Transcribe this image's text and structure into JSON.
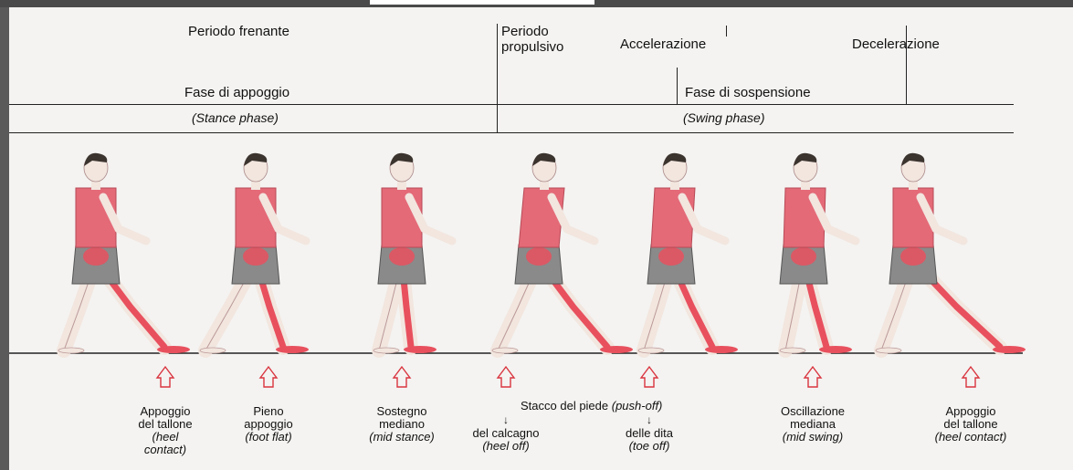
{
  "header": {
    "periodo_frenante": "Periodo frenante",
    "periodo_propulsivo": "Periodo\npropulsivo",
    "accelerazione": "Accelerazione",
    "decelerazione": "Decelerazione",
    "fase_appoggio": "Fase di appoggio",
    "fase_sospensione": "Fase di sospensione",
    "stance_phase": "(Stance phase)",
    "swing_phase": "(Swing phase)"
  },
  "labels": {
    "appoggio_tallone": "Appoggio\ndel tallone",
    "appoggio_tallone_en": "(heel\ncontact)",
    "pieno_appoggio": "Pieno\nappoggio",
    "pieno_appoggio_en": "(foot flat)",
    "sostegno_mediano": "Sostegno\nmediano",
    "sostegno_mediano_en": "(mid stance)",
    "stacco_piede": "Stacco del piede",
    "stacco_piede_en": "(push-off)",
    "del_calcagno": "del calcagno",
    "del_calcagno_en": "(heel off)",
    "delle_dita": "delle dita",
    "delle_dita_en": "(toe off)",
    "oscillazione_mediana": "Oscillazione\nmediana",
    "oscillazione_mediana_en": "(mid swing)",
    "appoggio_tallone_2": "Appoggio\ndel tallone",
    "appoggio_tallone_2_en": "(heel contact)"
  },
  "colors": {
    "shirt": "#e46a78",
    "shorts": "#8a8a8a",
    "bone": "#e8505e",
    "skin": "#f2e6df",
    "hair": "#3b332e",
    "arrow": "#d9343f"
  }
}
